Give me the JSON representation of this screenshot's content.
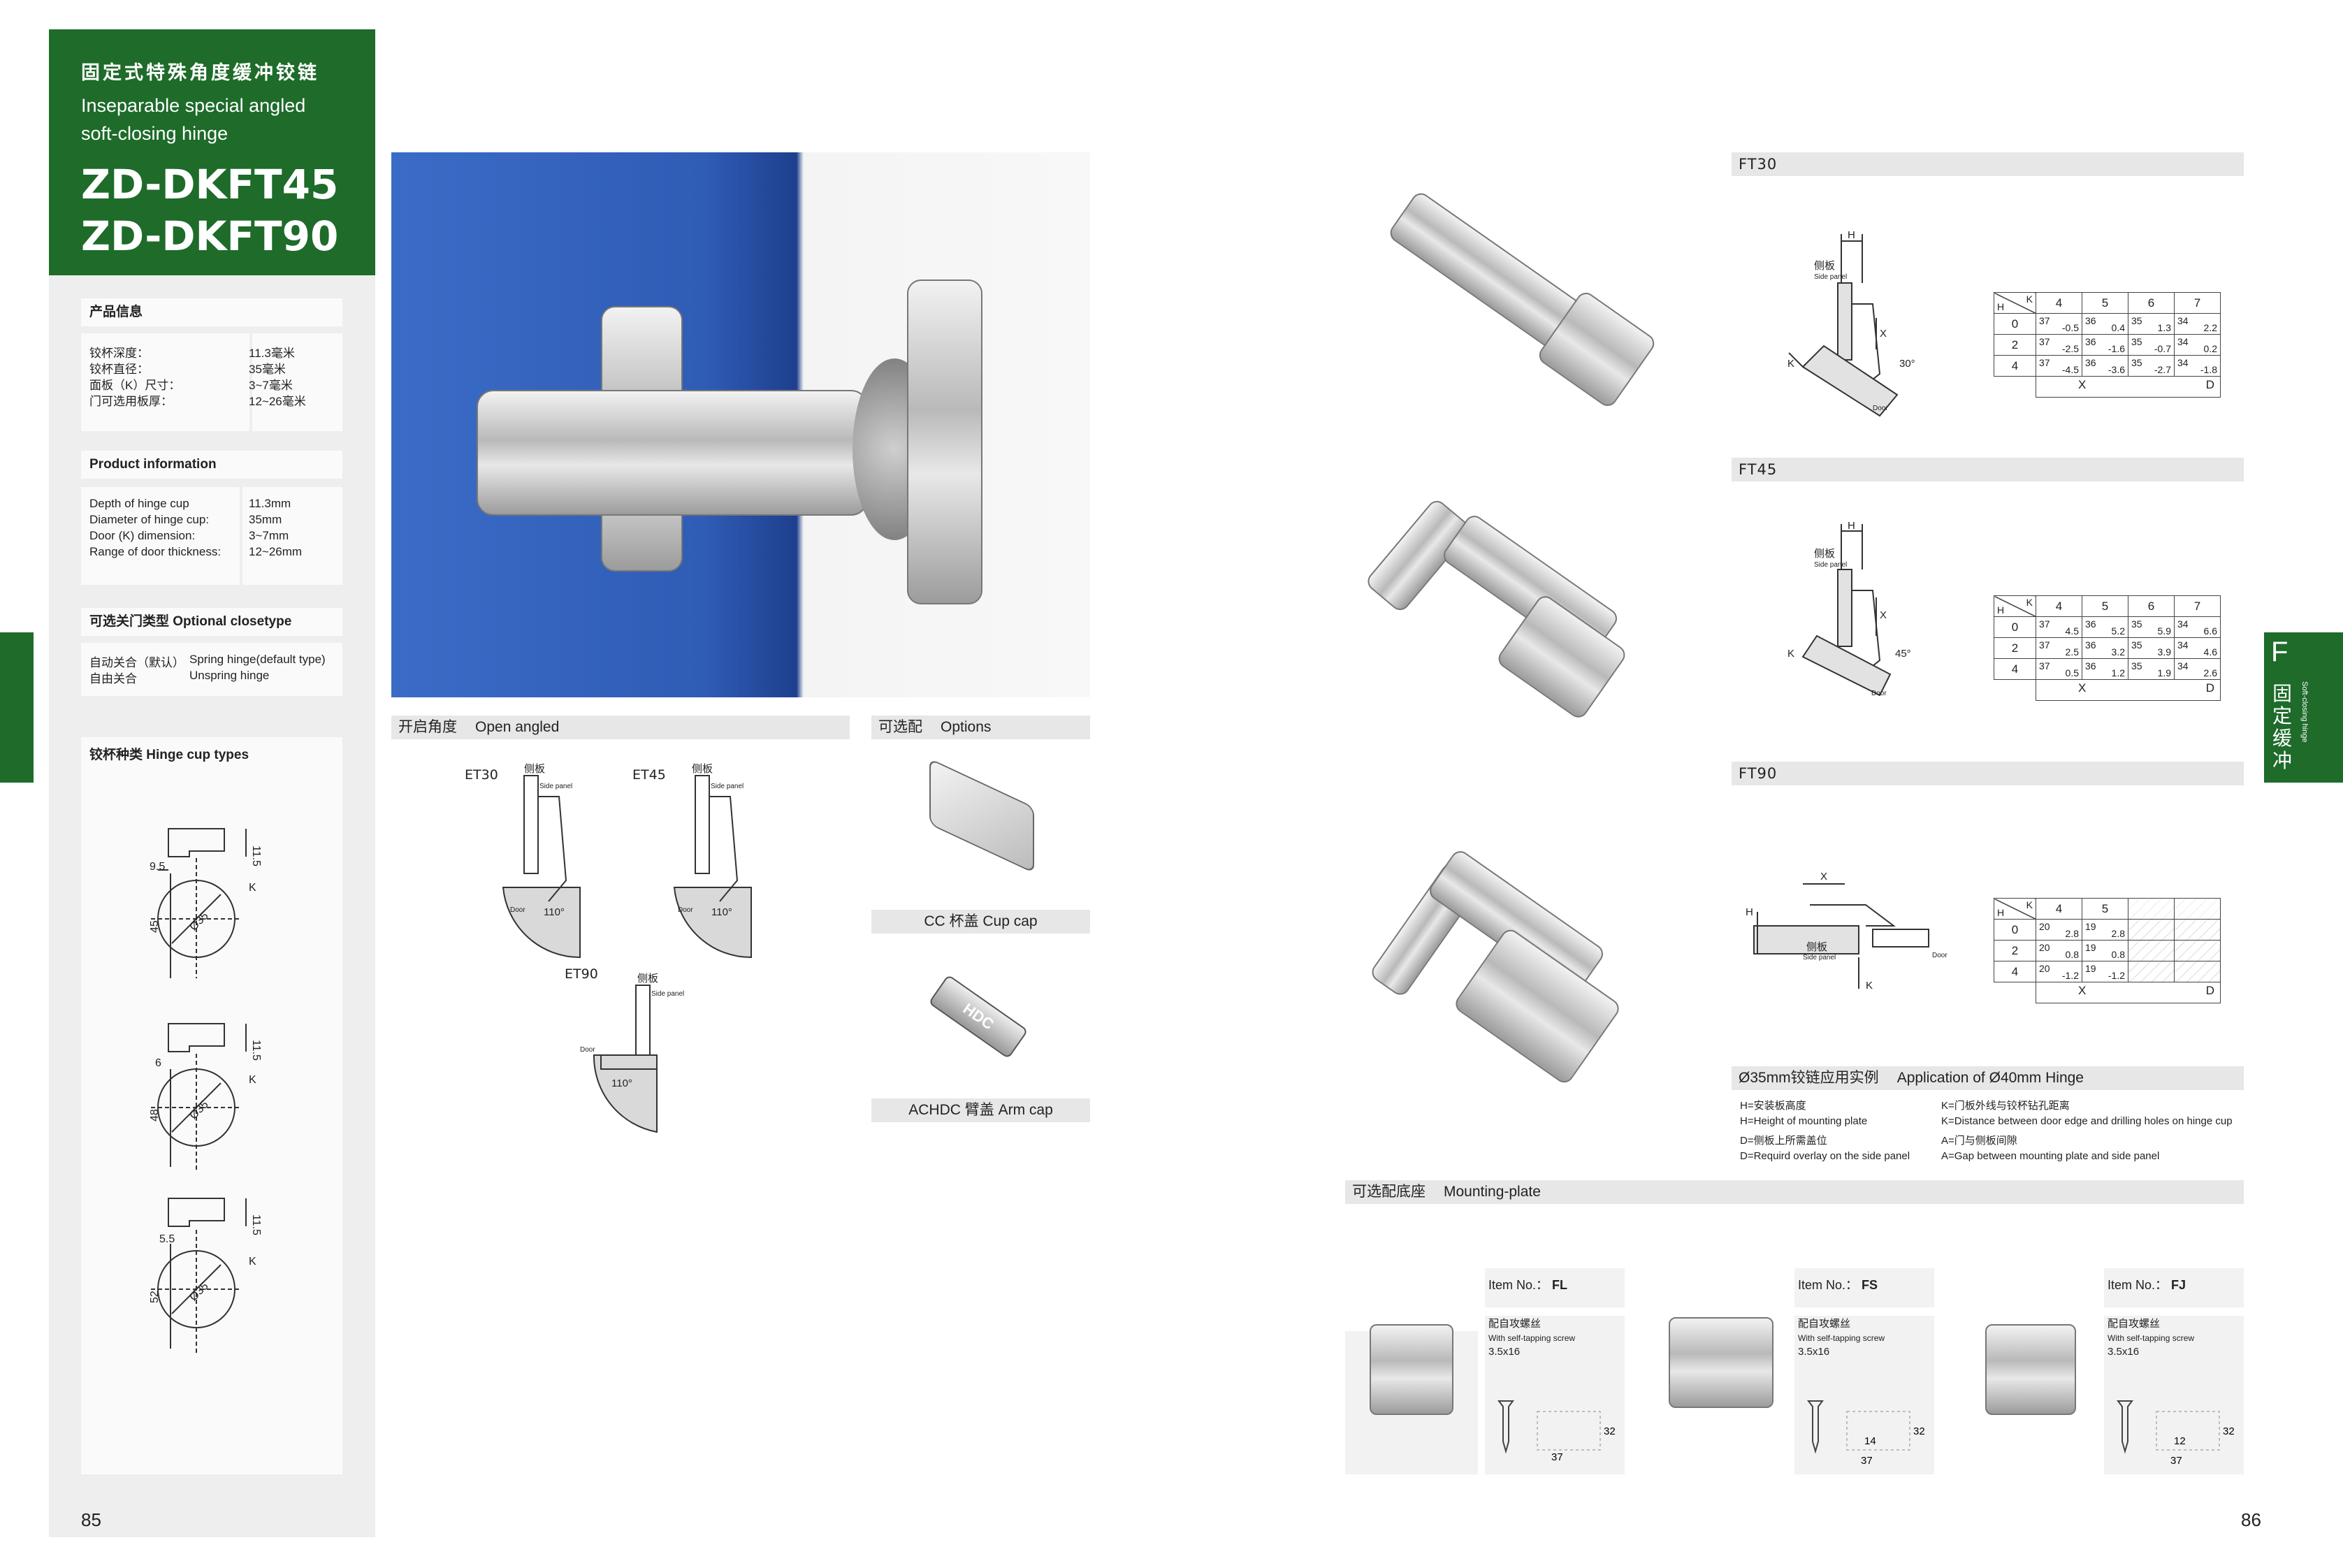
{
  "header": {
    "title_cn": "固定式特殊角度缓冲铰链",
    "title_en": "Inseparable special angled soft-closing hinge",
    "model1": "ZD-DKFT45",
    "model2": "ZD-DKFT90"
  },
  "product_info_cn": {
    "title": "产品信息",
    "labels": [
      "铰杯深度：",
      "铰杯直径：",
      "面板（K）尺寸：",
      "门可选用板厚："
    ],
    "values": [
      "11.3毫米",
      "35毫米",
      "3~7毫米",
      "12~26毫米"
    ]
  },
  "product_info_en": {
    "title": "Product information",
    "labels": [
      "Depth of hinge cup",
      "Diameter of hinge cup:",
      "Door (K) dimension:",
      "Range of door thickness:"
    ],
    "values": [
      "11.3mm",
      "35mm",
      "3~7mm",
      "12~26mm"
    ]
  },
  "closetype": {
    "title": "可选关门类型  Optional closetype",
    "labels": [
      "自动关合（默认）",
      "自由关合"
    ],
    "values": [
      "Spring hinge(default type)",
      "Unspring hinge"
    ]
  },
  "cup_types": {
    "title": "铰杯种类  Hinge cup types",
    "items": [
      {
        "offset": "9.5",
        "height": "11.5",
        "depth": "45",
        "dia": "Ø35",
        "k": "K"
      },
      {
        "offset": "6",
        "height": "11.5",
        "depth": "48",
        "dia": "Ø35",
        "k": "K"
      },
      {
        "offset": "5.5",
        "height": "11.5",
        "depth": "52",
        "dia": "Ø35",
        "k": "K"
      }
    ]
  },
  "open_angled": {
    "bar_cn": "开启角度",
    "bar_en": "Open angled",
    "items": [
      {
        "name": "ET30",
        "angle": "110°",
        "side_cn": "侧板",
        "side_en": "Side panel",
        "door": "Door"
      },
      {
        "name": "ET45",
        "angle": "110°",
        "side_cn": "侧板",
        "side_en": "Side panel",
        "door": "Door"
      },
      {
        "name": "ET90",
        "angle": "110°",
        "side_cn": "侧板",
        "side_en": "Side panel",
        "door": "Door"
      }
    ]
  },
  "options": {
    "bar_cn": "可选配",
    "bar_en": "Options",
    "cup_cap": "CC 杯盖    Cup cap",
    "arm_cap": "ACHDC 臂盖    Arm cap",
    "arm_cap_logo": "HDC"
  },
  "ft_sections": [
    {
      "title": "FT30",
      "angle": "30°",
      "cols": [
        "4",
        "5",
        "6",
        "7"
      ],
      "rows": [
        {
          "h": "0",
          "cells": [
            [
              "37",
              "-0.5"
            ],
            [
              "36",
              "0.4"
            ],
            [
              "35",
              "1.3"
            ],
            [
              "34",
              "2.2"
            ]
          ]
        },
        {
          "h": "2",
          "cells": [
            [
              "37",
              "-2.5"
            ],
            [
              "36",
              "-1.6"
            ],
            [
              "35",
              "-0.7"
            ],
            [
              "34",
              "0.2"
            ]
          ]
        },
        {
          "h": "4",
          "cells": [
            [
              "37",
              "-4.5"
            ],
            [
              "36",
              "-3.6"
            ],
            [
              "35",
              "-2.7"
            ],
            [
              "34",
              "-1.8"
            ]
          ]
        }
      ]
    },
    {
      "title": "FT45",
      "angle": "45°",
      "cols": [
        "4",
        "5",
        "6",
        "7"
      ],
      "rows": [
        {
          "h": "0",
          "cells": [
            [
              "37",
              "4.5"
            ],
            [
              "36",
              "5.2"
            ],
            [
              "35",
              "5.9"
            ],
            [
              "34",
              "6.6"
            ]
          ]
        },
        {
          "h": "2",
          "cells": [
            [
              "37",
              "2.5"
            ],
            [
              "36",
              "3.2"
            ],
            [
              "35",
              "3.9"
            ],
            [
              "34",
              "4.6"
            ]
          ]
        },
        {
          "h": "4",
          "cells": [
            [
              "37",
              "0.5"
            ],
            [
              "36",
              "1.2"
            ],
            [
              "35",
              "1.9"
            ],
            [
              "34",
              "2.6"
            ]
          ]
        }
      ]
    },
    {
      "title": "FT90",
      "angle": "",
      "cols": [
        "4",
        "5",
        "",
        ""
      ],
      "rows": [
        {
          "h": "0",
          "cells": [
            [
              "20",
              "2.8"
            ],
            [
              "19",
              "2.8"
            ],
            [
              "",
              ""
            ],
            [
              "",
              ""
            ]
          ]
        },
        {
          "h": "2",
          "cells": [
            [
              "20",
              "0.8"
            ],
            [
              "19",
              "0.8"
            ],
            [
              "",
              ""
            ],
            [
              "",
              ""
            ]
          ]
        },
        {
          "h": "4",
          "cells": [
            [
              "20",
              "-1.2"
            ],
            [
              "19",
              "-1.2"
            ],
            [
              "",
              ""
            ],
            [
              "",
              ""
            ]
          ]
        }
      ]
    }
  ],
  "table_axis": {
    "k": "K",
    "h": "H",
    "x": "X",
    "d": "D"
  },
  "diagram_labels": {
    "h": "H",
    "x": "X",
    "k": "K",
    "side_cn": "侧板",
    "side_en": "Side panel",
    "door": "Door"
  },
  "application": {
    "bar_cn": "Ø35mm铰链应用实例",
    "bar_en": "Application of Ø40mm Hinge",
    "notes": [
      {
        "cn": "H=安装板高度",
        "en": "H=Height of mounting plate"
      },
      {
        "cn": "K=门板外线与铰杯钻孔距离",
        "en": "K=Distance between door edge and drilling holes on hinge cup"
      },
      {
        "cn": "D=侧板上所需盖位",
        "en": "D=Requird overlay on the side panel"
      },
      {
        "cn": "A=门与侧板间隙",
        "en": "A=Gap between mounting plate and side panel"
      }
    ]
  },
  "mounting": {
    "bar_cn": "可选配底座",
    "bar_en": "Mounting-plate",
    "item_label": "Item No.：",
    "screw_cn": "配自攻螺丝",
    "screw_en": "With self-tapping screw",
    "screw_size": "3.5x16",
    "items": [
      {
        "code": "FL",
        "dims": [
          "37",
          "32"
        ]
      },
      {
        "code": "FS",
        "dims": [
          "14",
          "32",
          "37"
        ]
      },
      {
        "code": "FJ",
        "dims": [
          "12",
          "32",
          "37"
        ]
      }
    ]
  },
  "side_tab": {
    "letter": "F",
    "cn": "固定缓冲",
    "en": "Soft-closing hinge"
  },
  "page_left": "85",
  "page_right": "86"
}
